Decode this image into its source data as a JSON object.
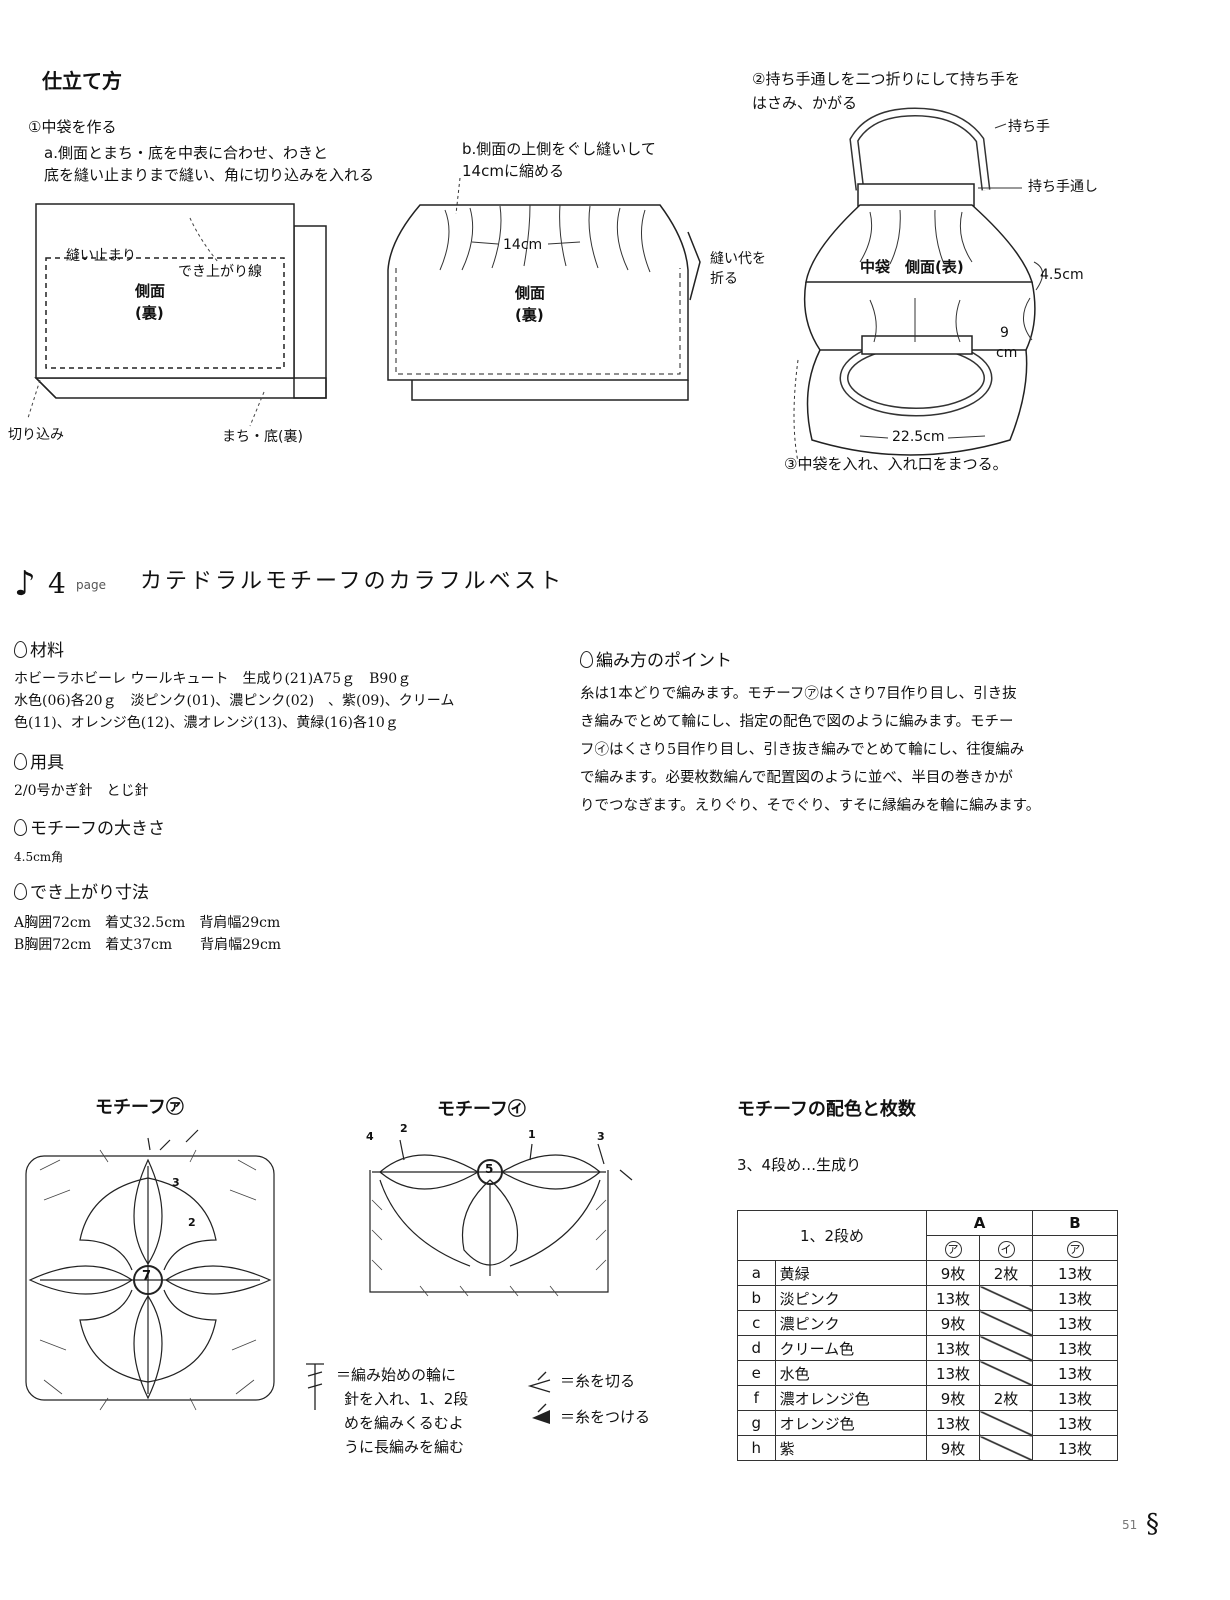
{
  "finishing": {
    "title": "仕立て方",
    "step1": "①中袋を作る",
    "step1a_line1": "a.側面とまち・底を中表に合わせ、わきと",
    "step1a_line2": "底を縫い止まりまで縫い、角に切り込みを入れる",
    "stop_label": "縫い止まり",
    "finish_line": "でき上がり線",
    "side_label": "側面",
    "back_label": "(裏)",
    "cut_label": "切り込み",
    "gusset_label": "まち・底(裏)",
    "step1b_line1": "b.側面の上側をぐし縫いして",
    "step1b_line2": "14cmに縮める",
    "measure_14": "14cm",
    "fold_line1": "縫い代を",
    "fold_line2": "折る",
    "step2_line1": "②持ち手通しを二つ折りにして持ち手を",
    "step2_line2": "はさみ、かがる",
    "handle_label": "持ち手",
    "handle_loop_label": "持ち手通し",
    "inner_bag_label": "中袋　側面(表)",
    "measure_45": "4.5cm",
    "measure_9a": "9",
    "measure_9b": "cm",
    "measure_225": "22.5cm",
    "step3": "③中袋を入れ、入れ口をまつる。"
  },
  "section": {
    "number": "4",
    "page_word": "page",
    "title": "カテドラルモチーフのカラフルベスト"
  },
  "materials": {
    "heading": "材料",
    "line1": "ホビーラホビーレ ウールキュート　生成り(21)A75ｇ　B90ｇ",
    "line2": "水色(06)各20ｇ　淡ピンク(01)、濃ピンク(02)　、紫(09)、クリーム",
    "line3": "色(11)、オレンジ色(12)、濃オレンジ(13)、黄緑(16)各10ｇ"
  },
  "tools": {
    "heading": "用具",
    "line": "2/0号かぎ針　とじ針"
  },
  "motif_size": {
    "heading": "モチーフの大きさ",
    "line": "4.5cm角"
  },
  "finished_size": {
    "heading": "でき上がり寸法",
    "lineA": "A胸囲72cm　着丈32.5cm　背肩幅29cm",
    "lineB": "B胸囲72cm　着丈37cm　　背肩幅29cm"
  },
  "points": {
    "heading": "編み方のポイント",
    "line1": "糸は1本どりで編みます。モチーフ㋐はくさり7目作り目し、引き抜",
    "line2": "き編みでとめて輪にし、指定の配色で図のように編みます。モチー",
    "line3": "フ㋑はくさり5目作り目し、引き抜き編みでとめて輪にし、往復編み",
    "line4": "で編みます。必要枚数編んで配置図のように並べ、半目の巻きかが",
    "line5": "りでつなぎます。えりぐり、そでぐり、すそに縁編みを輪に編みます。"
  },
  "motif_a": {
    "title": "モチーフ㋐",
    "center": "7",
    "r2": "2",
    "r3": "3"
  },
  "motif_i": {
    "title": "モチーフ㋑",
    "center": "5",
    "r1": "1",
    "r2": "2",
    "r3": "3",
    "r4": "4"
  },
  "legend": {
    "ring_line1": "＝編み始めの輪に",
    "ring_line2": "針を入れ、1、2段",
    "ring_line3": "めを編みくるむよ",
    "ring_line4": "うに長編みを編む",
    "cut_yarn": "＝糸を切る",
    "attach_yarn": "＝糸をつける"
  },
  "color_table": {
    "title": "モチーフの配色と枚数",
    "note": "3、4段め…生成り",
    "col_rounds": "1、2段め",
    "col_A": "A",
    "col_B": "B",
    "sub_a": "ア",
    "sub_i": "イ",
    "rows": [
      {
        "key": "a",
        "color": "黄緑",
        "A_a": "9枚",
        "A_i": "2枚",
        "B_a": "13枚"
      },
      {
        "key": "b",
        "color": "淡ピンク",
        "A_a": "13枚",
        "A_i": "",
        "B_a": "13枚"
      },
      {
        "key": "c",
        "color": "濃ピンク",
        "A_a": "9枚",
        "A_i": "",
        "B_a": "13枚"
      },
      {
        "key": "d",
        "color": "クリーム色",
        "A_a": "13枚",
        "A_i": "",
        "B_a": "13枚"
      },
      {
        "key": "e",
        "color": "水色",
        "A_a": "13枚",
        "A_i": "",
        "B_a": "13枚"
      },
      {
        "key": "f",
        "color": "濃オレンジ色",
        "A_a": "9枚",
        "A_i": "2枚",
        "B_a": "13枚"
      },
      {
        "key": "g",
        "color": "オレンジ色",
        "A_a": "13枚",
        "A_i": "",
        "B_a": "13枚"
      },
      {
        "key": "h",
        "color": "紫",
        "A_a": "9枚",
        "A_i": "",
        "B_a": "13枚"
      }
    ]
  },
  "page_number": "51"
}
